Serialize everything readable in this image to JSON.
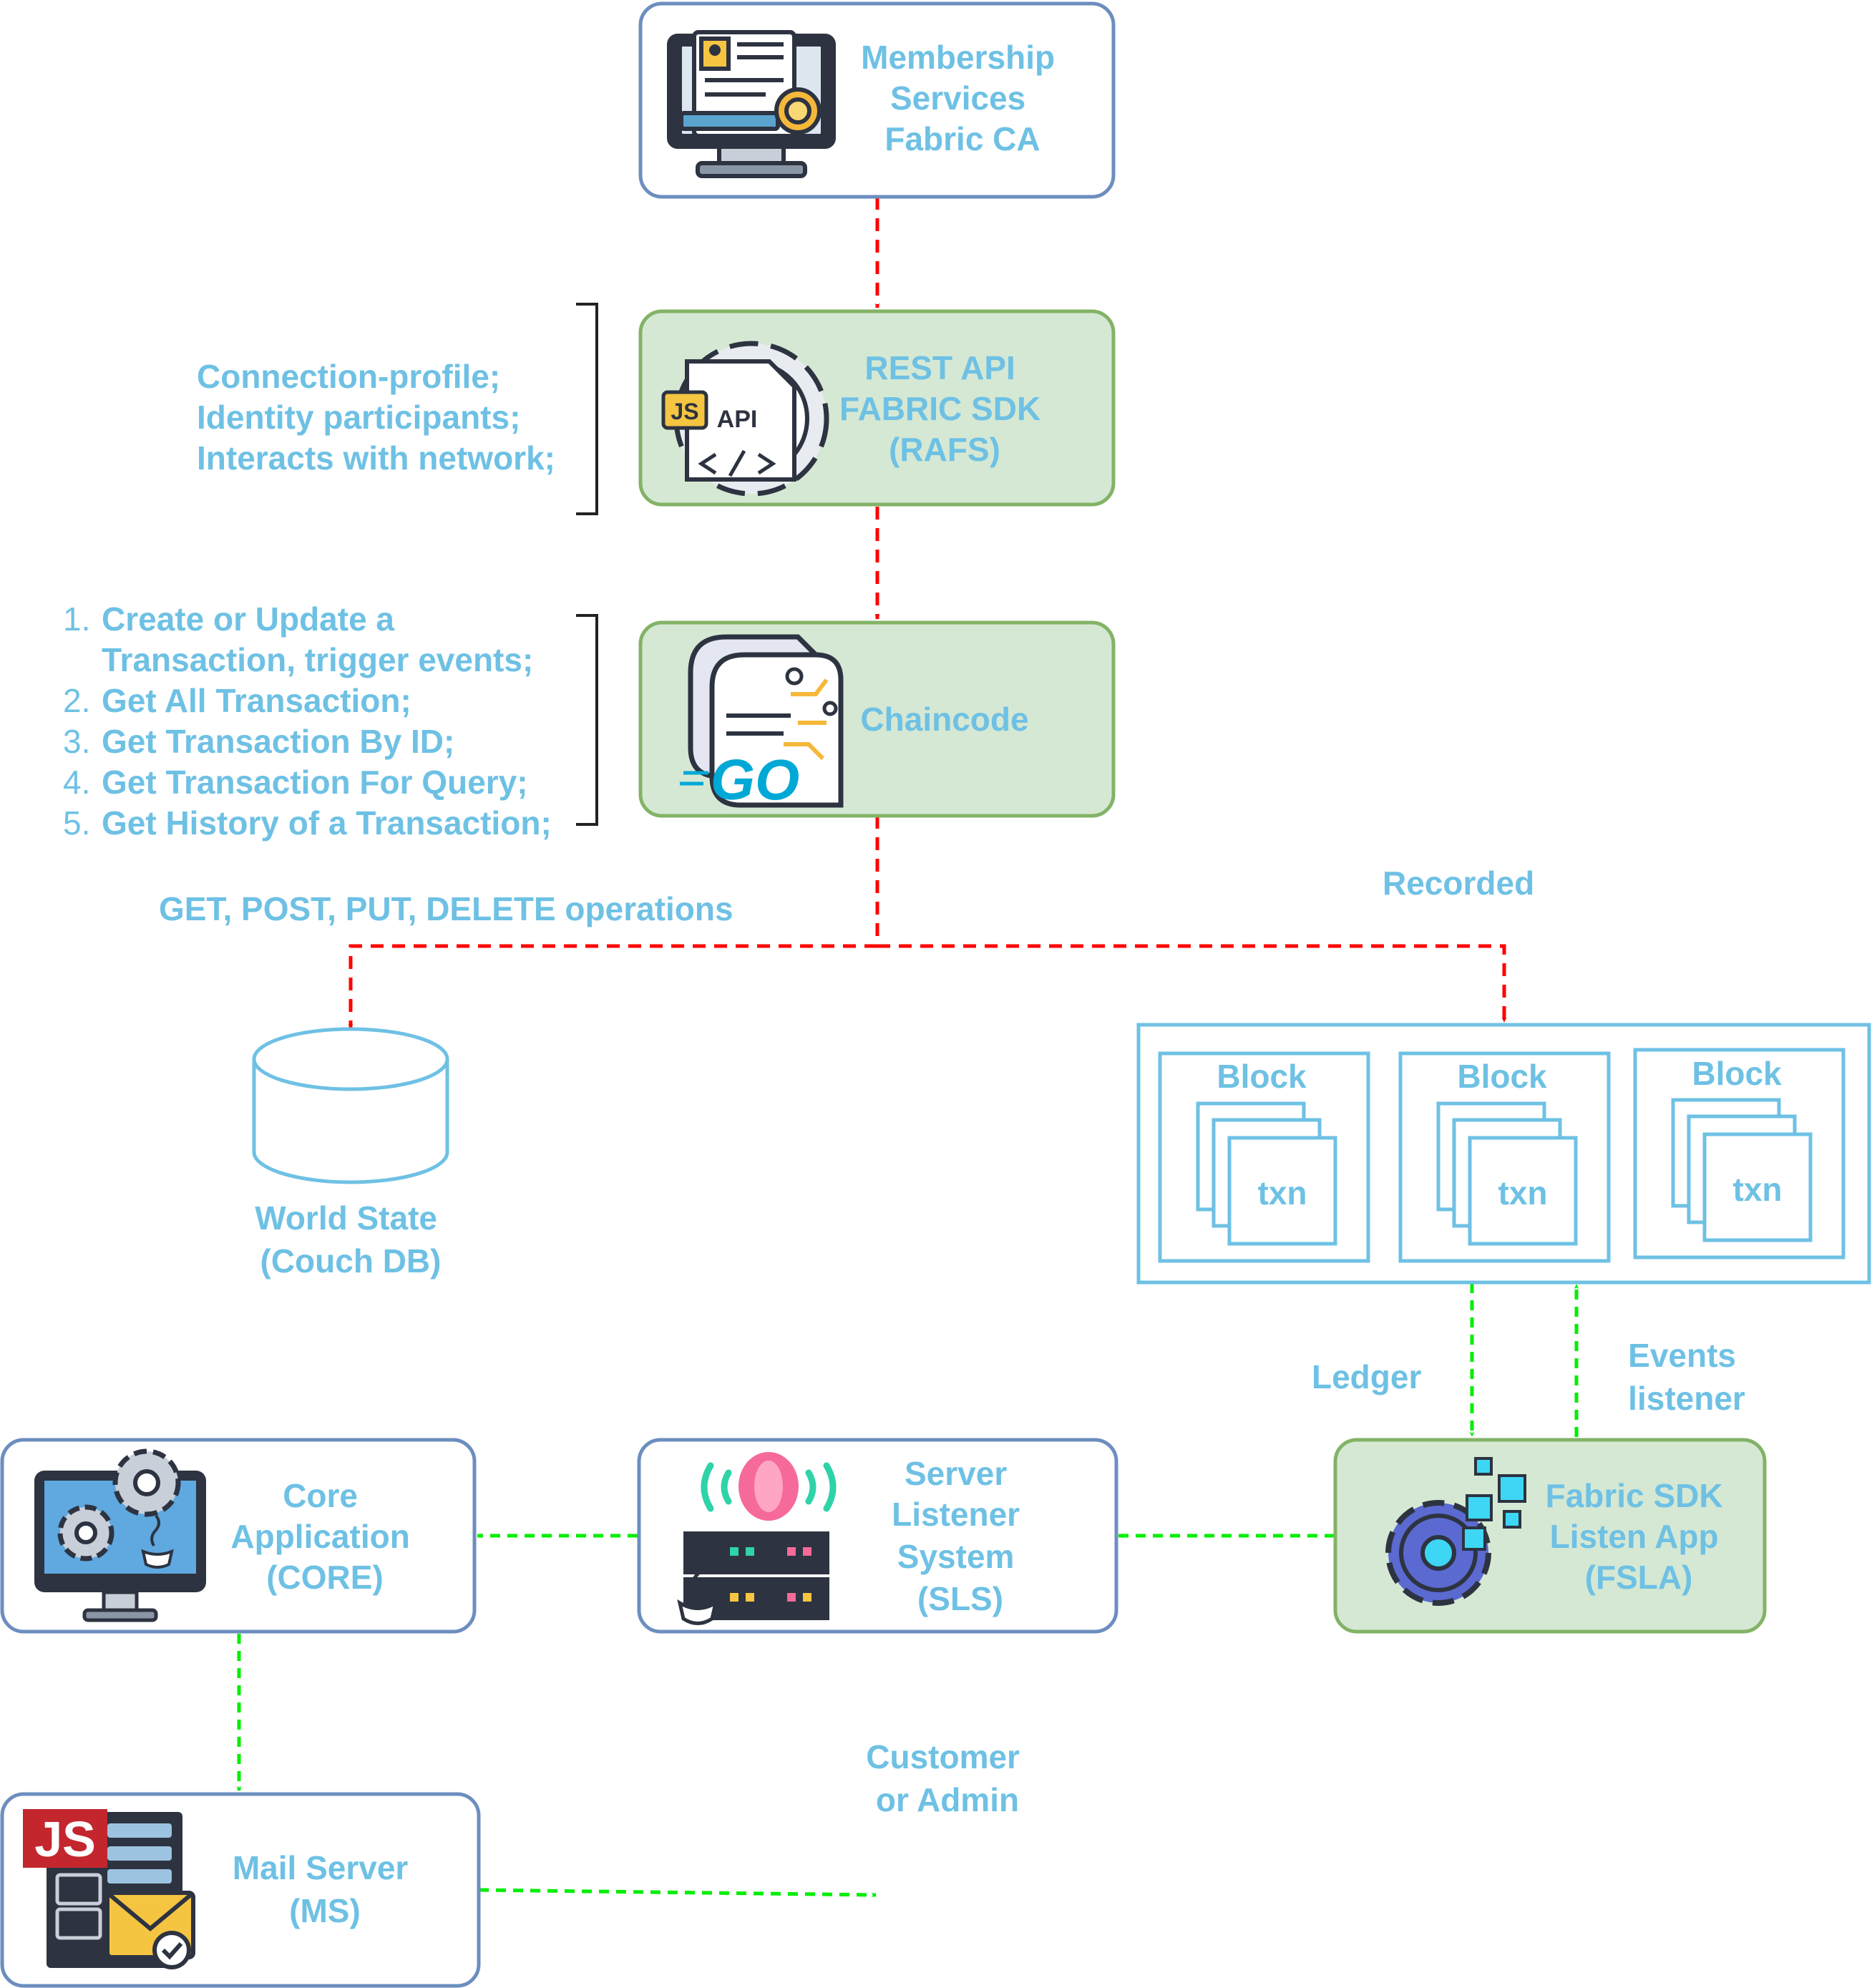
{
  "colors": {
    "accent_text": "#6EC1E4",
    "blue_box_stroke": "#6C8EBF",
    "green_box_fill": "#D5E8D4",
    "green_box_stroke": "#82B366",
    "red_arrow": "#FF0000",
    "green_arrow": "#00EE00",
    "ledger_stroke": "#6EC1E4"
  },
  "nodes": {
    "membership": {
      "lines": [
        "Membership",
        "Services",
        "Fabric CA"
      ],
      "icon": "certificate-monitor-icon"
    },
    "rafs": {
      "lines": [
        "REST API",
        "FABRIC SDK",
        "(RAFS)"
      ],
      "icon": "api-gear-icon",
      "badge": "JS",
      "icon_text": "API"
    },
    "chaincode": {
      "label": "Chaincode",
      "icon": "go-document-icon",
      "icon_text": "GO"
    },
    "world_state": {
      "lines": [
        "World State",
        "(Couch DB)"
      ],
      "icon": "database-cylinder-icon"
    },
    "core": {
      "lines": [
        "Core",
        "Application",
        "(CORE)"
      ],
      "icon": "computer-gears-icon"
    },
    "sls": {
      "lines": [
        "Server",
        "Listener",
        "System",
        "(SLS)"
      ],
      "icon": "java-server-icon"
    },
    "fsla": {
      "lines": [
        "Fabric SDK",
        "Listen App",
        "(FSLA)"
      ],
      "icon": "gear-pixels-icon"
    },
    "mail": {
      "lines": [
        "Mail Server",
        "(MS)"
      ],
      "icon": "mail-server-icon",
      "badge": "JS"
    }
  },
  "notes": {
    "rafs": [
      "Connection-profile;",
      "Identity participants;",
      "Interacts with network;"
    ],
    "chaincode": [
      {
        "num": "1.",
        "text": "Create or Update a"
      },
      {
        "num": "",
        "text": "Transaction, trigger events;"
      },
      {
        "num": "2.",
        "text": "Get All Transaction;"
      },
      {
        "num": "3.",
        "text": "Get Transaction By ID;"
      },
      {
        "num": "4.",
        "text": "Get Transaction For Query;"
      },
      {
        "num": "5.",
        "text": "Get History of a Transaction;"
      }
    ]
  },
  "edge_labels": {
    "operations": "GET, POST, PUT, DELETE operations",
    "recorded": "Recorded",
    "ledger": "Ledger",
    "events_listener": [
      "Events",
      "listener"
    ],
    "customer": [
      "Customer",
      "or Admin"
    ]
  },
  "ledger": {
    "blocks": [
      {
        "title": "Block",
        "txn": "txn"
      },
      {
        "title": "Block",
        "txn": "txn"
      },
      {
        "title": "Block",
        "txn": "txn"
      }
    ]
  }
}
